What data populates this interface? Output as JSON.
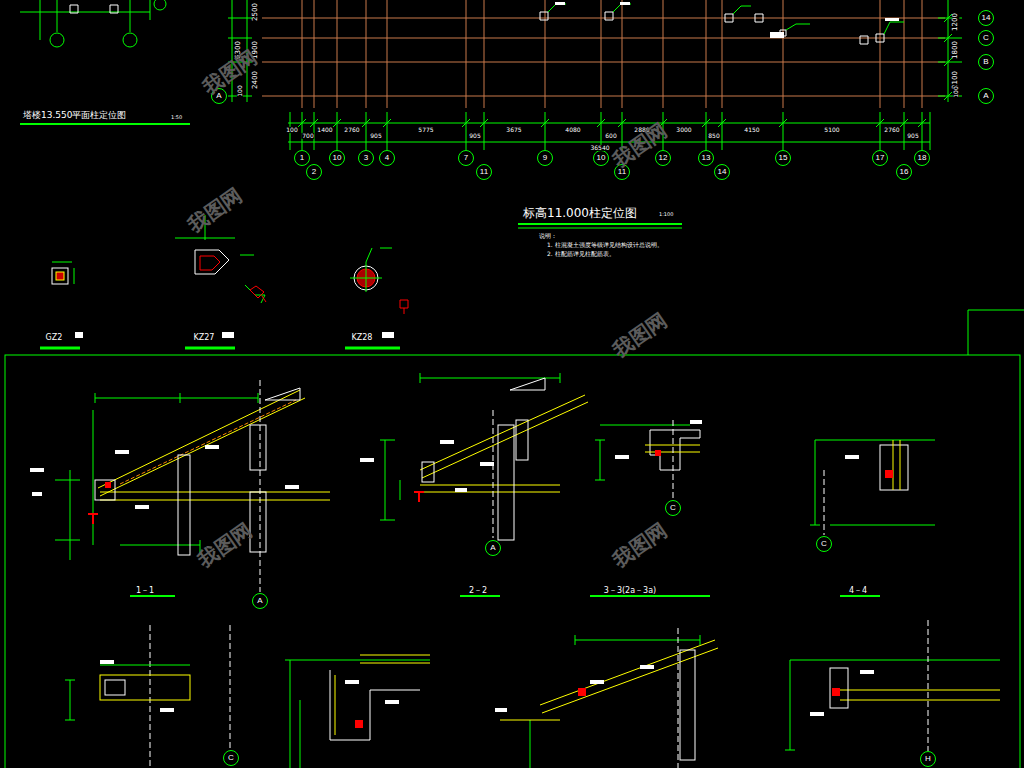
{
  "diagram": {
    "nodes": [
      {
        "text": [
          "14"
        ]
      },
      {
        "text": [
          "C"
        ]
      },
      {
        "text": [
          "B"
        ]
      },
      {
        "text": [
          "A"
        ]
      },
      {
        "text": [
          "A"
        ]
      },
      {
        "text": [
          "1"
        ]
      },
      {
        "text": [
          "2"
        ]
      },
      {
        "text": [
          "10"
        ]
      },
      {
        "text": [
          "3"
        ]
      },
      {
        "text": [
          "4"
        ]
      },
      {
        "text": [
          "7"
        ]
      },
      {
        "text": [
          "11"
        ]
      },
      {
        "text": [
          "9"
        ]
      },
      {
        "text": [
          "10"
        ]
      },
      {
        "text": [
          "11"
        ]
      },
      {
        "text": [
          "12"
        ]
      },
      {
        "text": [
          "13"
        ]
      },
      {
        "text": [
          "14"
        ]
      },
      {
        "text": [
          "15"
        ]
      },
      {
        "text": [
          "17"
        ]
      },
      {
        "text": [
          "16"
        ]
      },
      {
        "text": [
          "18"
        ]
      },
      {
        "text": [
          "A"
        ]
      },
      {
        "text": [
          "A"
        ]
      },
      {
        "text": [
          "C"
        ]
      },
      {
        "text": [
          "C"
        ]
      },
      {
        "text": [
          "C"
        ]
      },
      {
        "text": [
          "H"
        ]
      }
    ],
    "labels": [
      "2500",
      "1900",
      "2400",
      "6300",
      "100",
      "1200",
      "1800",
      "2100",
      "100",
      "100",
      "700",
      "1400",
      "2760",
      "905",
      "5775",
      "905",
      "3675",
      "4080",
      "600",
      "2880",
      "3000",
      "850",
      "4150",
      "5100",
      "2760",
      "905",
      "36540",
      "塔楼13.550平面柱定位图",
      "1:50",
      "标高11.000柱定位图",
      "1:100",
      "说明：",
      "1. 柱混凝土强度等级详见结构设计总说明。",
      "2. 柱配筋详见柱配筋表。",
      "GZ2",
      "KZ27",
      "KZ28",
      "1－1",
      "2－2",
      "3－3(2a－3a)",
      "4－4",
      "我图网",
      "我图网",
      "我图网",
      "我图网",
      "我图网",
      "我图网"
    ]
  }
}
